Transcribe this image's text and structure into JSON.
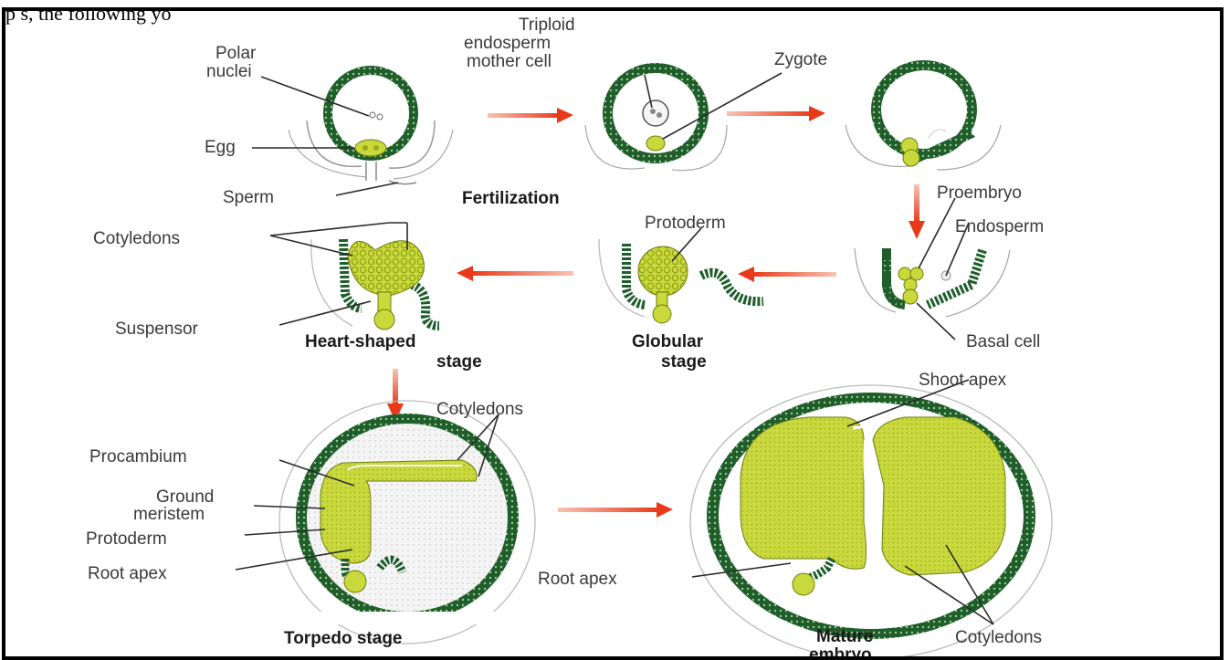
{
  "top_text": "p                    s, the following                                    yo",
  "labels": {
    "polar_nuclei": [
      "Polar",
      "nuclei"
    ],
    "egg": "Egg",
    "sperm": "Sperm",
    "triploid": [
      "Triploid",
      "endosperm",
      "mother cell"
    ],
    "zygote": "Zygote",
    "fertilization": "Fertilization",
    "proembryo": "Proembryo",
    "endosperm": "Endosperm",
    "basal_cell": "Basal cell",
    "protoderm_top": "Protoderm",
    "globular": [
      "Globular",
      "stage"
    ],
    "cotyledons_top": "Cotyledons",
    "suspensor": "Suspensor",
    "heart": [
      "Heart-shaped",
      "stage"
    ],
    "cotyledons_mid": "Cotyledons",
    "procambium": "Procambium",
    "ground_meristem": [
      "Ground",
      "meristem"
    ],
    "protoderm_bottom": "Protoderm",
    "root_apex_left": "Root apex",
    "torpedo": "Torpedo stage",
    "shoot_apex": "Shoot apex",
    "root_apex_right": "Root apex",
    "mature": [
      "Mature",
      "embryo"
    ],
    "cotyledons_bottom": "Cotyledons"
  },
  "colors": {
    "wall": "#1f5e2c",
    "wall_dots": "#9cc98a",
    "tissue": "#c9d83a",
    "tissue_dark": "#9aab1e",
    "arrow": "#e83a1a",
    "leader": "#2a2a2a",
    "frame": "#000000"
  }
}
